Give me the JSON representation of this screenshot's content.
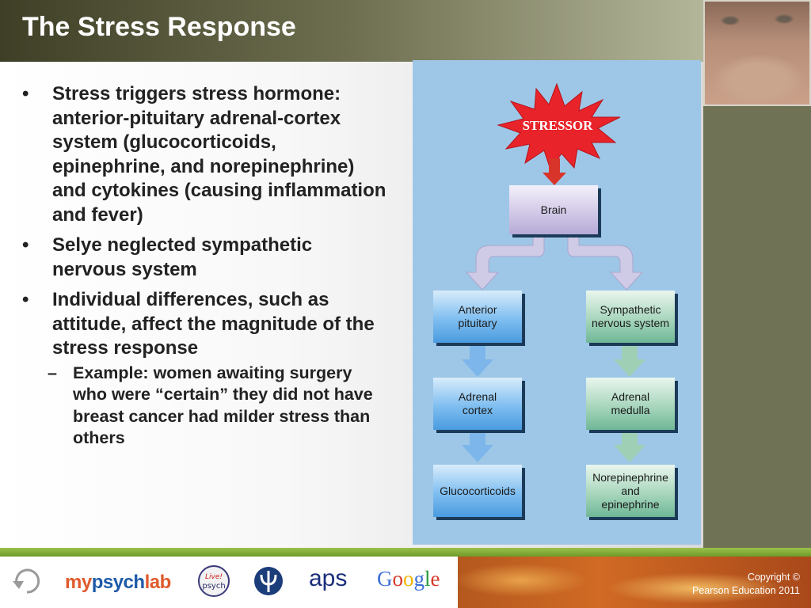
{
  "slide": {
    "title": "The Stress Response",
    "bullets": [
      "Stress triggers stress hormone: anterior-pituitary adrenal-cortex system (glucocorticoids, epinephrine, and norepinephrine) and cytokines (causing inflammation and fever)",
      "Selye neglected sympathetic nervous system",
      "Individual differences, such as attitude, affect the magnitude of the stress response"
    ],
    "sub_bullet": "Example: women awaiting surgery who were “certain” they did not have breast cancer had milder stress than others",
    "bullet_mark": "•",
    "sub_mark": "–"
  },
  "diagram": {
    "stressor": "STRESSOR",
    "brain": "Brain",
    "left": {
      "anterior_pituitary": [
        "Anterior",
        "pituitary"
      ],
      "adrenal_cortex": [
        "Adrenal",
        "cortex"
      ],
      "glucocorticoids": "Glucocorticoids"
    },
    "right": {
      "sympathetic": [
        "Sympathetic",
        "nervous system"
      ],
      "adrenal_medulla": [
        "Adrenal",
        "medulla"
      ],
      "norepinephrine": [
        "Norepinephrine",
        "and",
        "epinephrine"
      ]
    },
    "colors": {
      "stressor_fill": "#e8242a",
      "arrow": "#c8c6e0",
      "blue_arrow": "#7db6ea",
      "green_arrow": "#9fd0b6"
    }
  },
  "footer": {
    "logos": [
      "mypsychlab",
      "live psych",
      "aps",
      "Google"
    ],
    "mypsych_my": "my",
    "mypsych_psych": "psych",
    "mypsych_lab": "lab",
    "aps": "aps",
    "google": [
      "G",
      "o",
      "o",
      "g",
      "l",
      "e"
    ],
    "copyright": [
      "Copyright ©",
      "Pearson Education 2011"
    ]
  }
}
